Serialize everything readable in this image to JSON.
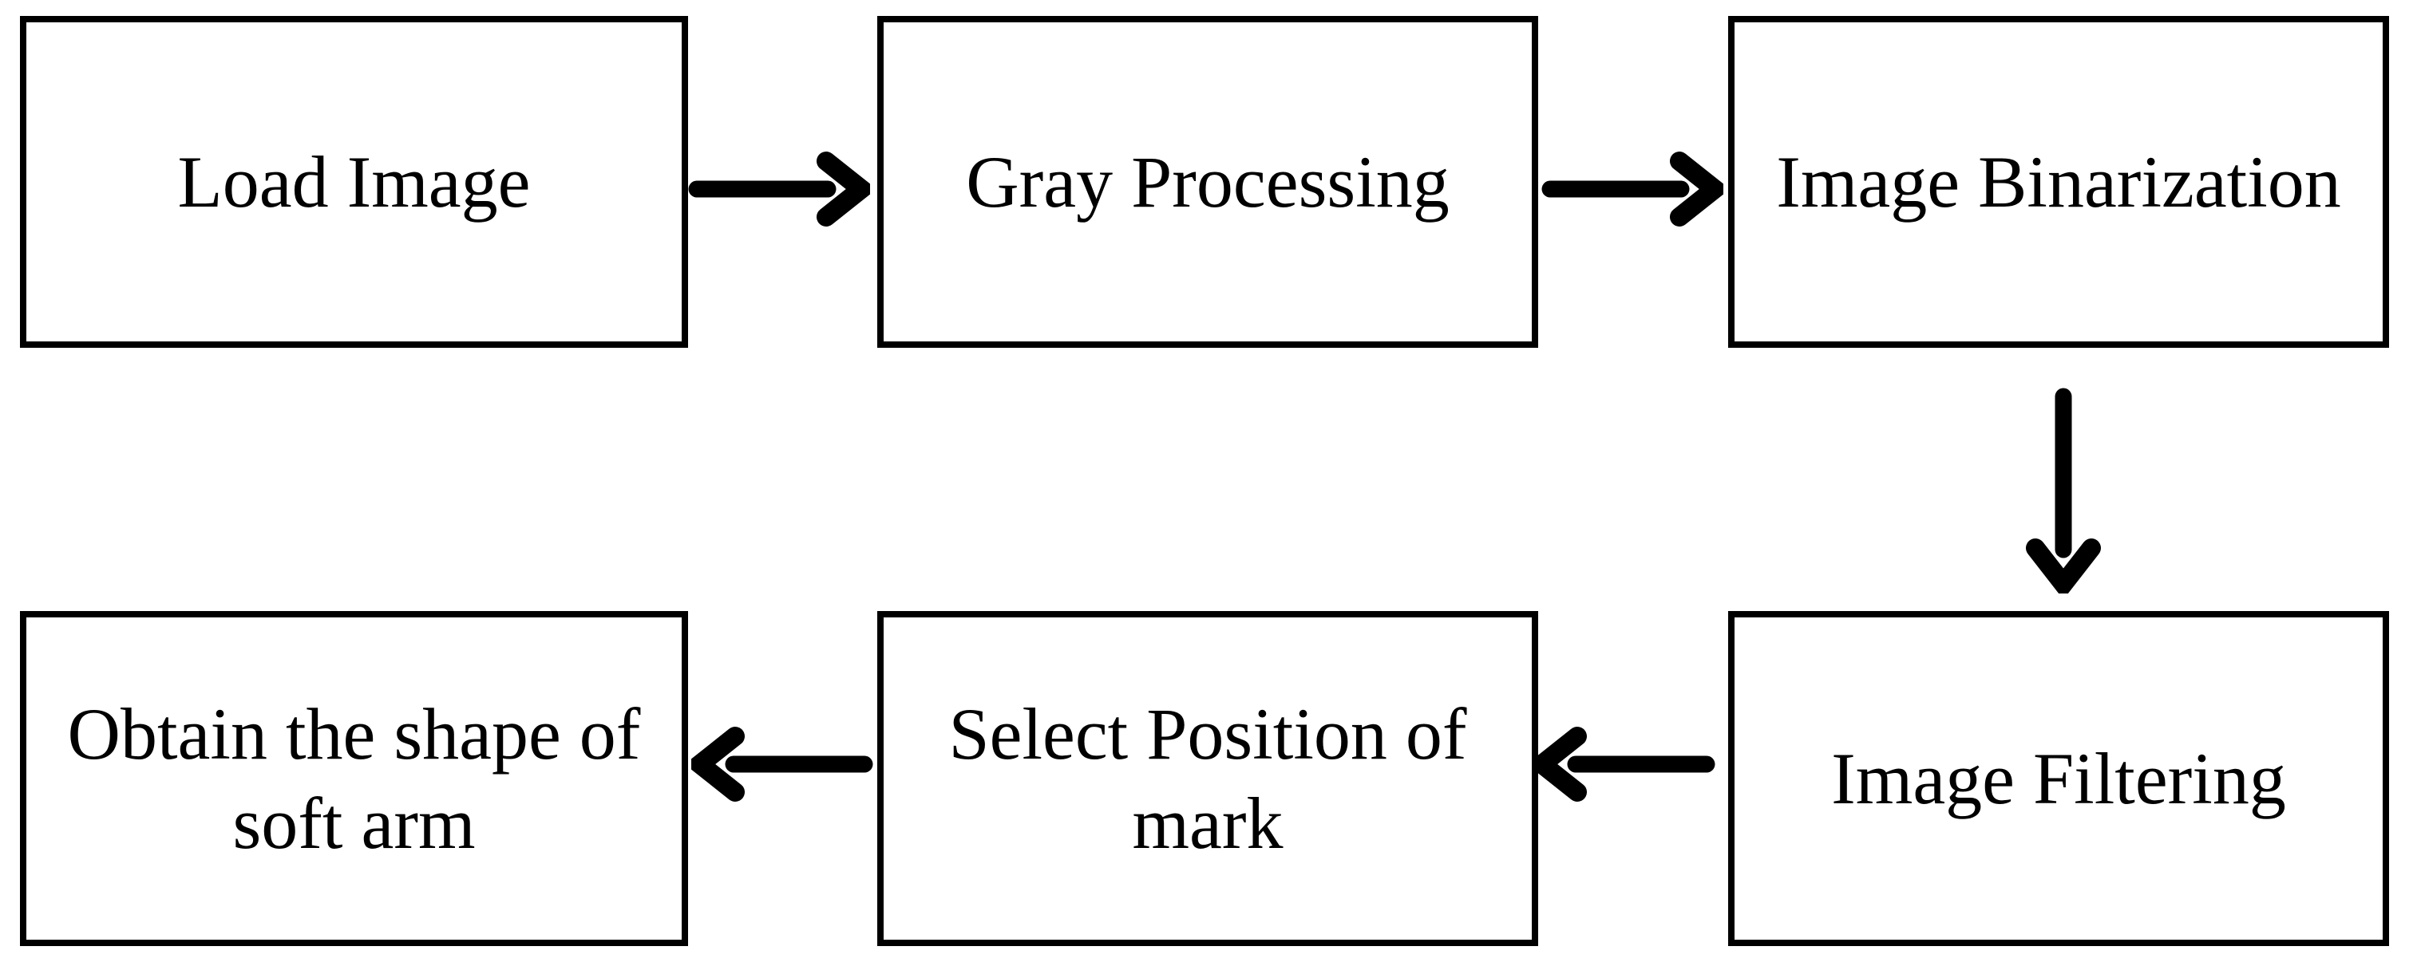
{
  "diagram": {
    "type": "flowchart",
    "colors": {
      "background": "#ffffff",
      "line": "#000000",
      "text": "#000000"
    },
    "nodes": [
      {
        "id": "load-image",
        "lines": [
          "Load Image"
        ]
      },
      {
        "id": "gray-processing",
        "lines": [
          "Gray Processing"
        ]
      },
      {
        "id": "image-binarization",
        "lines": [
          "Image Binarization"
        ]
      },
      {
        "id": "image-filtering",
        "lines": [
          "Image Filtering"
        ]
      },
      {
        "id": "select-position-of-mark",
        "lines": [
          "Select Position of",
          "mark"
        ]
      },
      {
        "id": "obtain-shape-of-soft-arm",
        "lines": [
          "Obtain the shape of",
          "soft arm"
        ]
      }
    ],
    "edges": [
      {
        "from": "Load Image",
        "to": "Gray Processing",
        "direction": "right"
      },
      {
        "from": "Gray Processing",
        "to": "Image Binarization",
        "direction": "right"
      },
      {
        "from": "Image Binarization",
        "to": "Image Filtering",
        "direction": "down"
      },
      {
        "from": "Image Filtering",
        "to": "Select Position of mark",
        "direction": "left"
      },
      {
        "from": "Select Position of mark",
        "to": "Obtain the shape of soft arm",
        "direction": "left"
      }
    ]
  }
}
